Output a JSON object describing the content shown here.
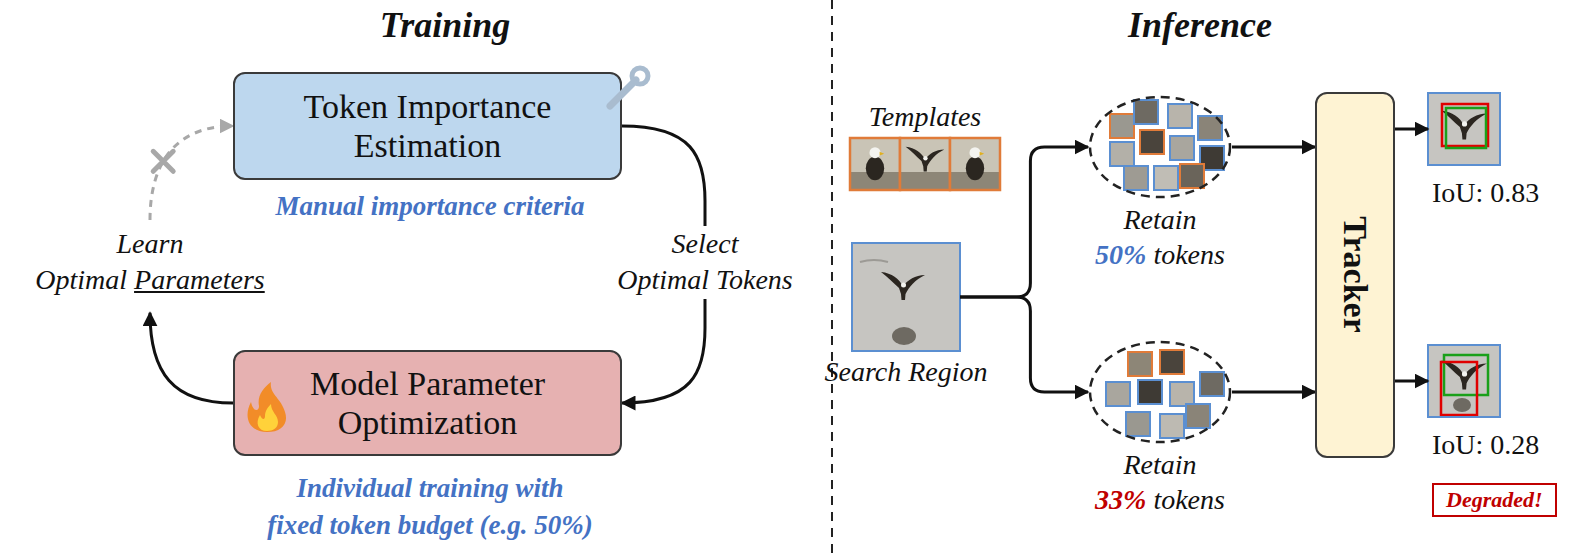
{
  "diagram": {
    "nodes": [
      {
        "text": [
          "Token Importance Estimation"
        ]
      },
      {
        "text": [
          "Model Parameter Optimization"
        ]
      },
      {
        "text": [
          "Templates"
        ]
      },
      {
        "text": [
          "Search Region"
        ]
      },
      {
        "text": [
          "Retain 50% tokens"
        ]
      },
      {
        "text": [
          "Retain 33% tokens"
        ]
      },
      {
        "text": [
          "Tracker"
        ]
      },
      {
        "text": [
          "IoU: 0.83"
        ]
      },
      {
        "text": [
          "IoU: 0.28",
          "Degraded!"
        ]
      }
    ],
    "edges": [
      {
        "from": 0,
        "to": 1,
        "label": "Select Optimal Tokens",
        "arrow": "to"
      },
      {
        "from": 1,
        "to": 0,
        "label": "Learn Optimal Parameters",
        "arrow": "to"
      },
      {
        "from": 3,
        "to": 4,
        "arrow": "to"
      },
      {
        "from": 3,
        "to": 5,
        "arrow": "to"
      },
      {
        "from": 4,
        "to": 6,
        "arrow": "to"
      },
      {
        "from": 5,
        "to": 6,
        "arrow": "to"
      },
      {
        "from": 6,
        "to": 7,
        "arrow": "to"
      },
      {
        "from": 6,
        "to": 8,
        "arrow": "to"
      }
    ],
    "labels": [
      "Training",
      "Manual importance criteria",
      "Individual training with fixed token budget (e.g. 50%)",
      "Inference"
    ]
  }
}
